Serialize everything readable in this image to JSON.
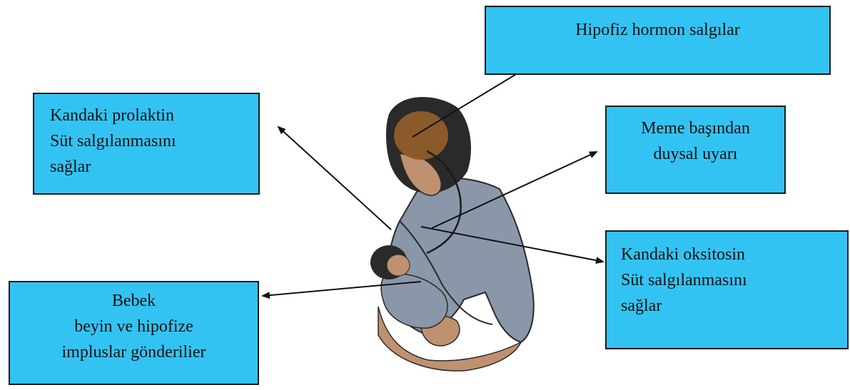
{
  "boxes": {
    "pituitary": {
      "lines": [
        "Hipofiz  hormon salgılar"
      ]
    },
    "prolactin": {
      "lines": [
        "Kandaki prolaktin",
        "Süt salgılanmasını",
        "sağlar"
      ]
    },
    "nipple": {
      "lines": [
        "Meme başından",
        "duysal uyarı"
      ]
    },
    "oxytocin": {
      "lines": [
        "Kandaki oksitosin",
        "Süt salgılanmasını",
        "sağlar"
      ]
    },
    "baby": {
      "lines": [
        "Bebek",
        "beyin ve hipofize",
        "impluslar gönderilier"
      ]
    }
  },
  "colors": {
    "box_fill": "#33c3f3",
    "shirt": "#8a97a8",
    "skin": "#c0916f",
    "brain": "#8a5a2b",
    "hair": "#2a2a2a"
  }
}
